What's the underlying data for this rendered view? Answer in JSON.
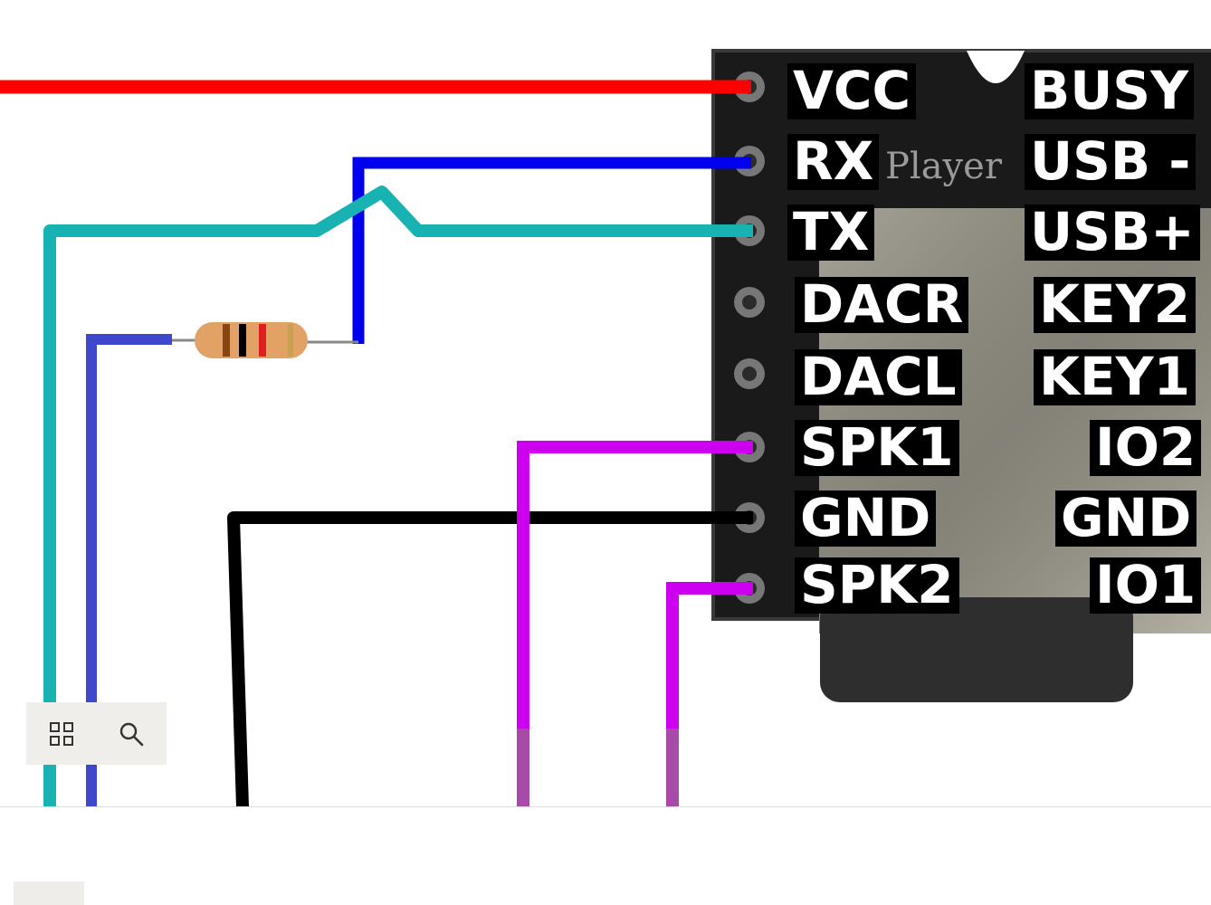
{
  "pins_left": [
    "VCC",
    "RX",
    "TX",
    "DACR",
    "DACL",
    "SPK1",
    "GND",
    "SPK2"
  ],
  "pins_right": [
    "BUSY",
    "USB -",
    "USB+",
    "KEY2",
    "KEY1",
    "IO2",
    "GND",
    "IO1"
  ],
  "board_brand": "Player",
  "wires": {
    "vcc": "#ff0000",
    "rx": "#0000ee",
    "tx": "#19b2b2",
    "resistor_lead": "#3f48cc",
    "gnd": "#000000",
    "spk": "#cc00ee",
    "spk_lower": "#a84aa8"
  },
  "toolbar": {
    "icons": [
      "grid-icon",
      "search-icon"
    ]
  }
}
